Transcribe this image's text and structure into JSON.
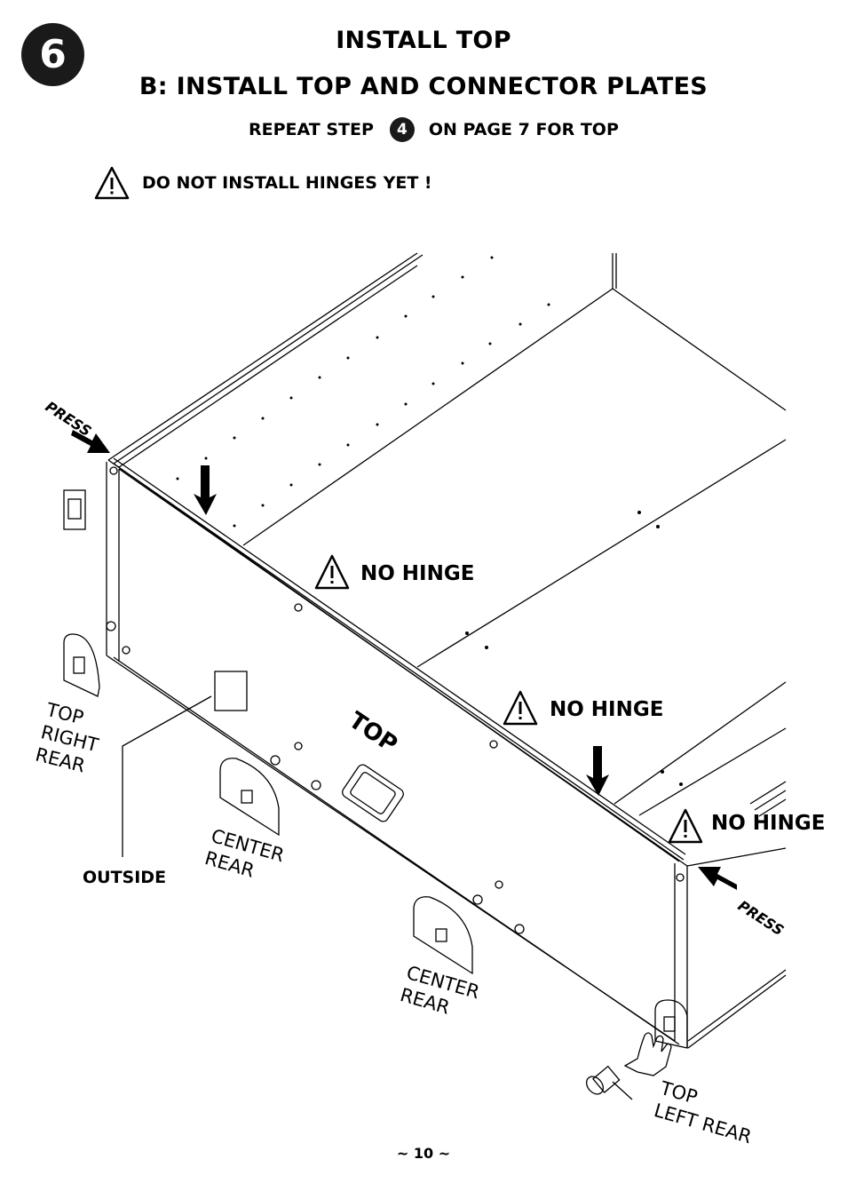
{
  "step_number": "6",
  "title": "INSTALL TOP",
  "subtitle": "B: INSTALL TOP AND CONNECTOR PLATES",
  "repeat_instruction": {
    "prefix": "REPEAT STEP",
    "step_ref": "4",
    "suffix": "ON PAGE 7 FOR TOP"
  },
  "warning_text": "DO NOT INSTALL HINGES YET !",
  "diagram_labels": {
    "press": "PRESS",
    "no_hinge": "NO HINGE",
    "top_panel": "TOP",
    "outside": "OUTSIDE",
    "top_right_rear": "TOP\nRIGHT\nREAR",
    "center_rear": "CENTER\nREAR",
    "top_left_rear": "TOP\nLEFT REAR"
  },
  "page_number": "~ 10 ~"
}
